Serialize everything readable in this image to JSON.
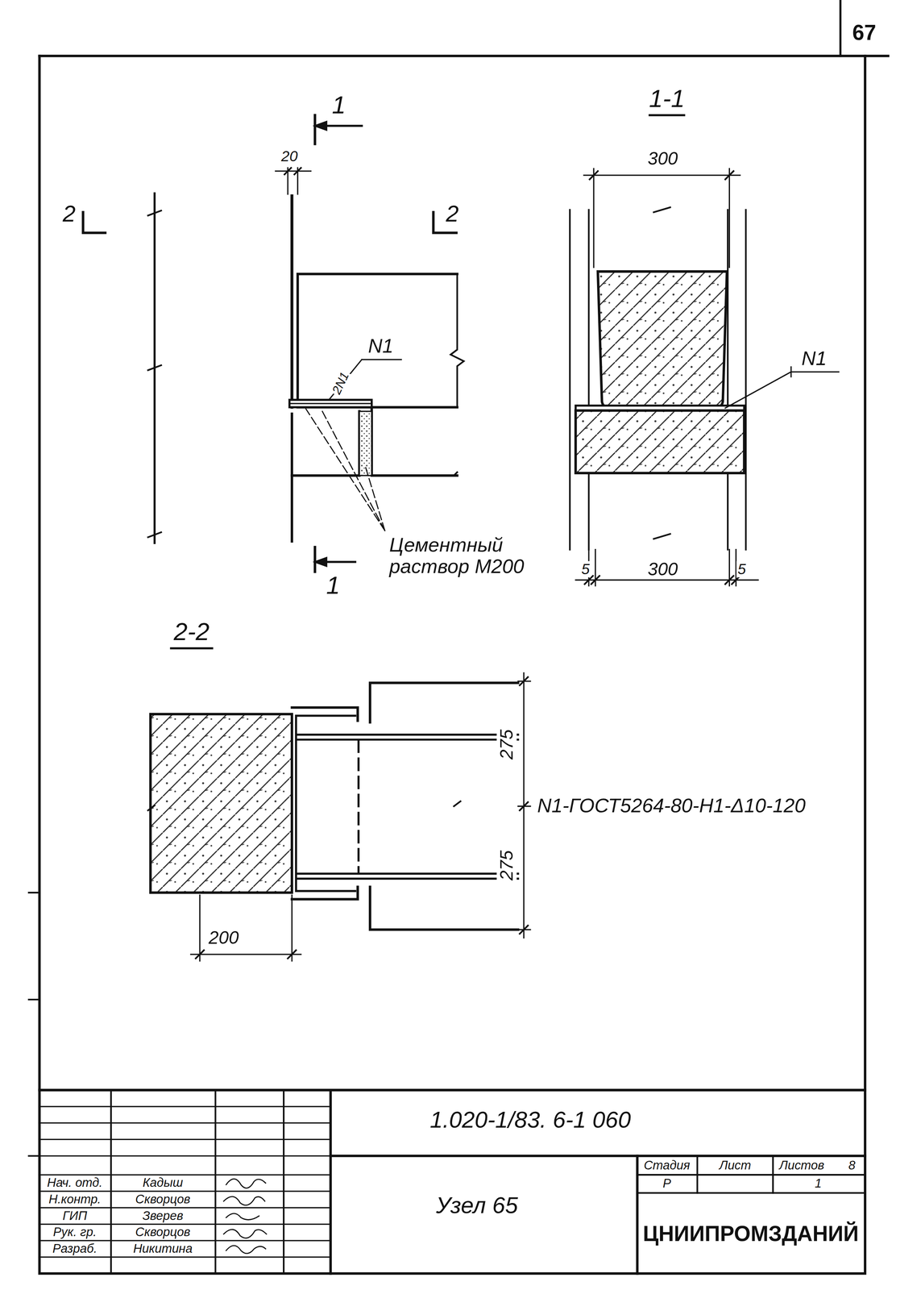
{
  "diagram": {
    "labels": [
      "67",
      "1",
      "1-1",
      "20",
      "2",
      "2",
      "N1",
      "2N1",
      "300",
      "N1",
      "Цементный раствор М200",
      "1",
      "5",
      "300",
      "5",
      "2-2",
      "275",
      "275",
      "N1-ГОСТ5264-80-Н1-Δ10-120",
      "200",
      "1.020-1/83. 6-1 060",
      "Нач. отд.",
      "Кадыш",
      "Н.контр.",
      "Скворцов",
      "ГИП",
      "Зверев",
      "Рук. гр.",
      "Скворцов",
      "Разраб.",
      "Никитина",
      "Узел 65",
      "Стадия",
      "Лист",
      "Листов",
      "8",
      "Р",
      "1",
      "ЦНИИПРОМЗДАНИЙ"
    ]
  }
}
